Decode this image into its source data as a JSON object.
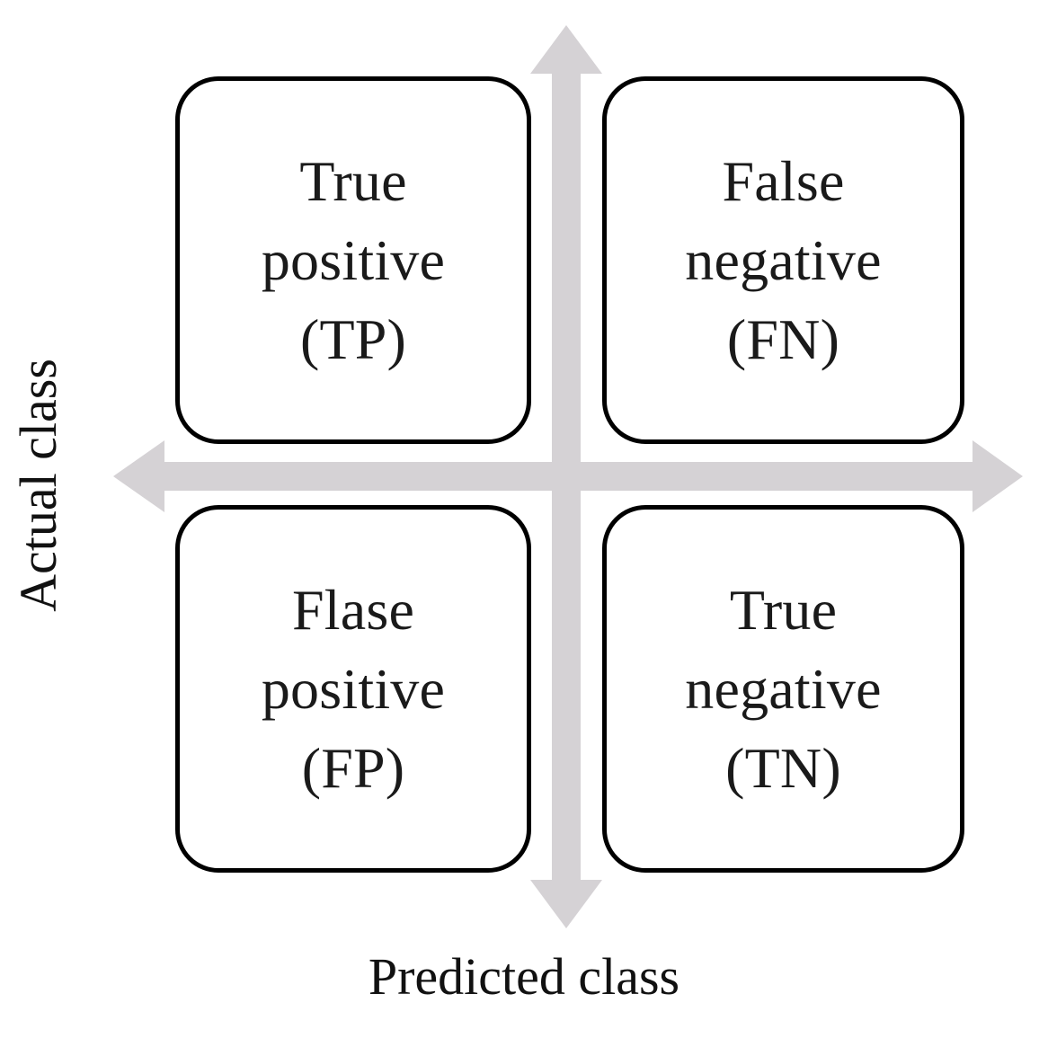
{
  "diagram": {
    "kind": "confusion-matrix",
    "background_color": "#ffffff",
    "axis_color": "#d5d2d5",
    "box_border_color": "#000000",
    "text_color": "#1a1a1a"
  },
  "axes": {
    "y": {
      "label": "Actual class",
      "orientation": "vertical",
      "arrowheads": "both",
      "icon": "double-headed-arrow-vertical-icon"
    },
    "x": {
      "label": "Predicted class",
      "orientation": "horizontal",
      "arrowheads": "both",
      "icon": "double-headed-arrow-horizontal-icon"
    }
  },
  "quadrants": [
    {
      "position": "top-left",
      "abbr": "TP",
      "lines": [
        "True",
        "positive",
        "(TP)"
      ]
    },
    {
      "position": "top-right",
      "abbr": "FN",
      "lines": [
        "False",
        "negative",
        "(FN)"
      ]
    },
    {
      "position": "bottom-left",
      "abbr": "FP",
      "lines": [
        "Flase",
        "positive",
        "(FP)"
      ]
    },
    {
      "position": "bottom-right",
      "abbr": "TN",
      "lines": [
        "True",
        "negative",
        "(TN)"
      ]
    }
  ]
}
